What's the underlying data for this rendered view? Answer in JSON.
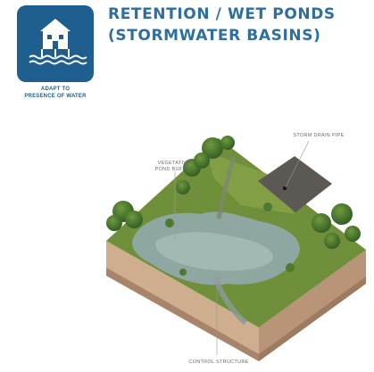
{
  "header": {
    "title_line1": "RETENTION / WET PONDS",
    "title_line2": "(STORMWATER BASINS)"
  },
  "badge": {
    "icon": "house-on-water-icon",
    "caption_line1": "ADAPT TO",
    "caption_line2": "PRESENCE OF WATER"
  },
  "diagram": {
    "labels": {
      "buffer_line1": "VEGETATIVE",
      "buffer_line2": "POND BUFFER",
      "storm_drain": "STORM DRAIN PIPE",
      "control": "CONTROL STRUCTURE"
    }
  },
  "colors": {
    "brand_blue": "#1f5f8f",
    "title_blue": "#2d6fa2",
    "grass": "#6f8f3a",
    "soil": "#c9a98a",
    "water": "#8fa9a6"
  }
}
